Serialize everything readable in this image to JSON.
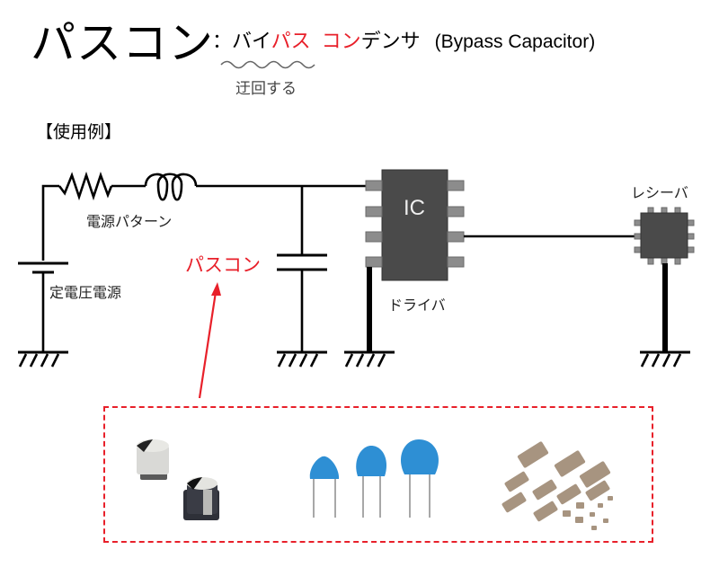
{
  "header": {
    "title": "パスコン",
    "colon": "：",
    "subtitle_parts": [
      {
        "text": "バイ",
        "color": "#000000"
      },
      {
        "text": "パス",
        "color": "#e8202a"
      },
      {
        "text": "コン",
        "color": "#e8202a"
      },
      {
        "text": "デンサ",
        "color": "#000000"
      }
    ],
    "subtitle_english": "(Bypass Capacitor)",
    "annotation": "迂回する"
  },
  "example": {
    "heading": "【使用例】",
    "labels": {
      "power_pattern": "電源パターン",
      "regulator": "定電圧電源",
      "bypass_capacitor": "パスコン",
      "ic": "IC",
      "driver": "ドライバ",
      "receiver": "レシーバ"
    }
  },
  "colors": {
    "accent_red": "#e8202a",
    "wire": "#000000",
    "chip_body": "#4a4a4a",
    "chip_pin": "#8c8c8c"
  },
  "component_photos": [
    {
      "name": "aluminum electrolytic capacitors",
      "icon": "electrolytic-capacitor"
    },
    {
      "name": "ceramic disc capacitors",
      "icon": "ceramic-disc-capacitor"
    },
    {
      "name": "multilayer ceramic chip capacitors",
      "icon": "chip-capacitor"
    }
  ]
}
